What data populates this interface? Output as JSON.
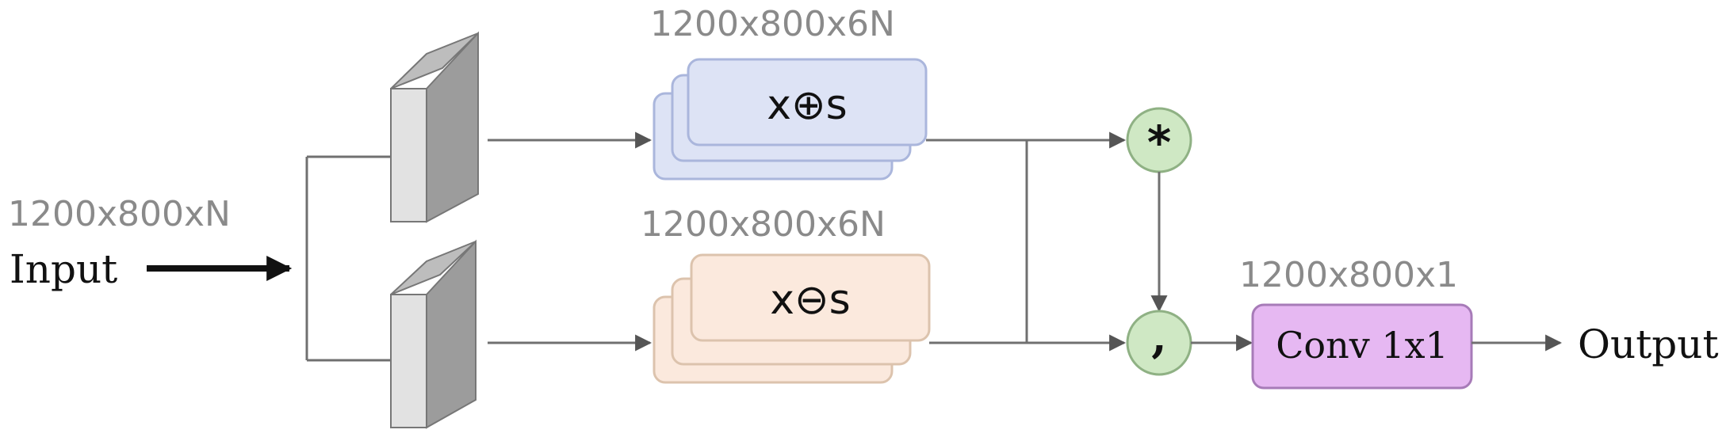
{
  "input": {
    "dim": "1200x800xN",
    "label": "Input"
  },
  "dilate_branch": {
    "dim": "1200x800x6N",
    "op_label": "x⊕s"
  },
  "erode_branch": {
    "dim": "1200x800x6N",
    "op_label": "x⊖s"
  },
  "multiply_node": {
    "symbol": "*"
  },
  "concat_node": {
    "symbol": ","
  },
  "conv": {
    "dim": "1200x800x1",
    "label": "Conv 1x1"
  },
  "output": {
    "label": "Output"
  },
  "colors": {
    "dilate_fill": "#dde3f5",
    "dilate_stroke": "#aab6dc",
    "erode_fill": "#fbe9dd",
    "erode_stroke": "#dcc3ad",
    "node_fill": "#cfe8c4",
    "node_stroke": "#8fb184",
    "conv_fill": "#e6b8f2",
    "conv_stroke": "#a77bb8"
  }
}
